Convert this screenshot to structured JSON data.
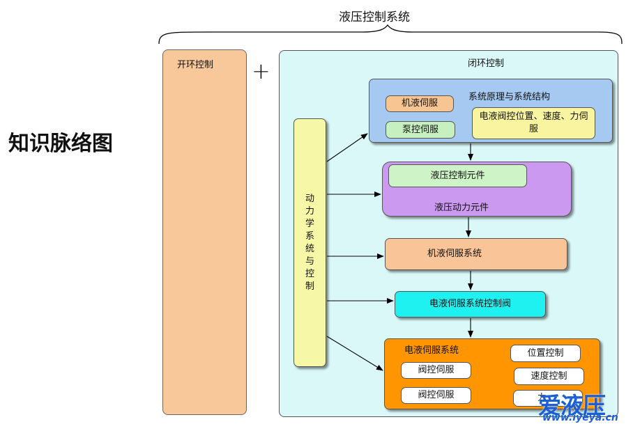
{
  "top_title": "液压控制系统",
  "left_title": "知识脉络图",
  "plus": "+",
  "open_loop": "开环控制",
  "closed_loop": "闭环控制",
  "dynamics": "动力学系统与控制",
  "principle": {
    "title": "系统原理与系统结构",
    "mech_servo": "机液伺服",
    "pump_servo": "泵控伺服",
    "ehs_desc": "电液阀控位置、速度、力伺服"
  },
  "components": {
    "control": "液压控制元件",
    "power": "液压动力元件"
  },
  "mech_system": "机液伺服系统",
  "valve": "电液伺服系统控制阀",
  "ehs_system": {
    "title": "电液伺服系统",
    "valve_servo_1": "阀控伺服",
    "valve_servo_2": "阀控伺服",
    "position": "位置控制",
    "speed": "速度控制",
    "force": "力"
  },
  "watermark": {
    "brand": "爱液压",
    "url": "www.iyeya.cn"
  },
  "colors": {
    "open_loop_fill": "#f9c89a",
    "closed_loop_fill": "#dbf8f8",
    "dynamics_fill": "#f7f7a8",
    "principle_fill": "#a6c9f2",
    "mech_servo_fill": "#f6c592",
    "pump_servo_fill": "#c7f0c0",
    "ehs_desc_fill": "#f9f4a0",
    "components_fill": "#cc99f0",
    "control_fill": "#cdf3c6",
    "mech_system_fill": "#f9c598",
    "valve_fill": "#1ff0f0",
    "ehs_system_fill": "#ff9500",
    "watermark_blue": "#1a5fd6"
  }
}
